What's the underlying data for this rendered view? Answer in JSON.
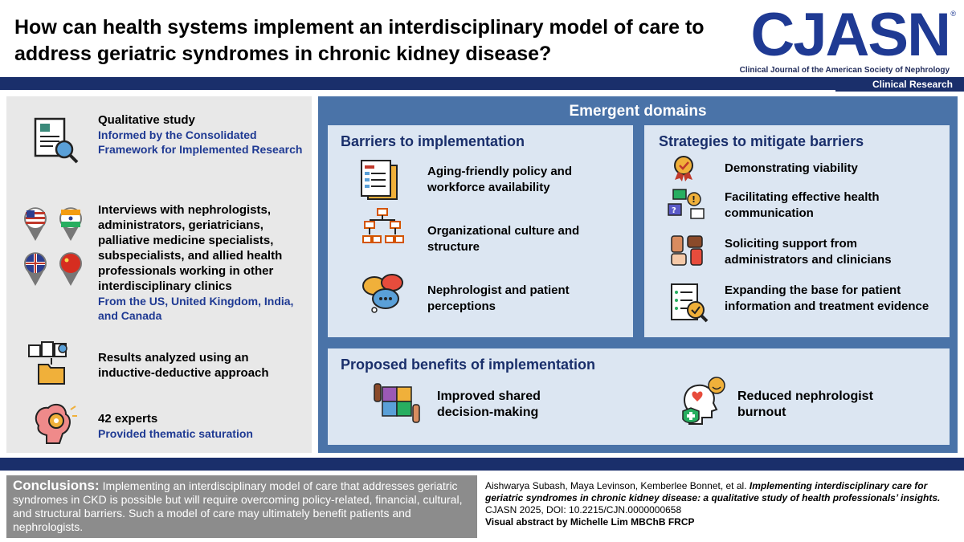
{
  "header": {
    "question": "How can health systems implement an interdisciplinary model of care to address geriatric syndromes in chronic kidney disease?",
    "logo": "CJASN",
    "logo_reg": "®",
    "logo_subtitle": "Clinical Journal of the American Society of Nephrology",
    "section_tag": "Clinical Research"
  },
  "methods": [
    {
      "title": "Qualitative study",
      "sub": "Informed by the Consolidated Framework for Implemented Research",
      "icon": "document-search-icon"
    },
    {
      "title": "Interviews with nephrologists, administrators, geriatricians, palliative medicine specialists, subspecialists, and allied health professionals working in other interdisciplinary clinics",
      "sub": "From the US, United Kingdom, India, and Canada",
      "icon": "country-flag-pins-icon"
    },
    {
      "title": "Results analyzed using an inductive-deductive approach",
      "sub": "",
      "icon": "folder-analysis-icon"
    },
    {
      "title": "42 experts",
      "sub": "Provided thematic saturation",
      "icon": "brain-gear-icon"
    }
  ],
  "domains": {
    "title": "Emergent domains",
    "barriers": {
      "title": "Barriers to implementation",
      "items": [
        {
          "text": "Aging-friendly policy and workforce availability",
          "icon": "policy-document-icon"
        },
        {
          "text": "Organizational culture and structure",
          "icon": "org-chart-icon"
        },
        {
          "text": "Nephrologist and patient perceptions",
          "icon": "speech-bubbles-icon"
        }
      ]
    },
    "strategies": {
      "title": "Strategies to mitigate barriers",
      "items": [
        {
          "text": "Demonstrating viability",
          "icon": "award-badge-icon"
        },
        {
          "text": "Facilitating effective health communication",
          "icon": "communication-icon"
        },
        {
          "text": "Soliciting support from administrators and clinicians",
          "icon": "joined-hands-icon"
        },
        {
          "text": "Expanding the base for patient information and treatment evidence",
          "icon": "checklist-search-icon"
        }
      ]
    },
    "benefits": {
      "title": "Proposed benefits of implementation",
      "items": [
        {
          "text": "Improved shared decision-making",
          "icon": "puzzle-hands-icon"
        },
        {
          "text": "Reduced nephrologist burnout",
          "icon": "wellbeing-head-icon"
        }
      ]
    }
  },
  "conclusions": {
    "label": "Conclusions:",
    "text": "Implementing an interdisciplinary model of care that addresses geriatric syndromes in CKD is possible but will require overcoming policy-related, financial, cultural, and structural barriers. Such a model of care may ultimately benefit patients and nephrologists."
  },
  "citation": {
    "authors": "Aishwarya Subash, Maya Levinson, Kemberlee Bonnet, et al. ",
    "title": "Implementing interdisciplinary care for geriatric syndromes in chronic kidney disease: a qualitative study of health professionals’ insights.",
    "journal": " CJASN 2025, DOI: 10.2215/CJN.0000000658",
    "credit": "Visual abstract by Michelle Lim MBChB FRCP"
  },
  "colors": {
    "navy": "#1a2f6b",
    "panel_blue": "#4a73a8",
    "box_bg": "#dce6f2",
    "logo_blue": "#1f3a93"
  }
}
